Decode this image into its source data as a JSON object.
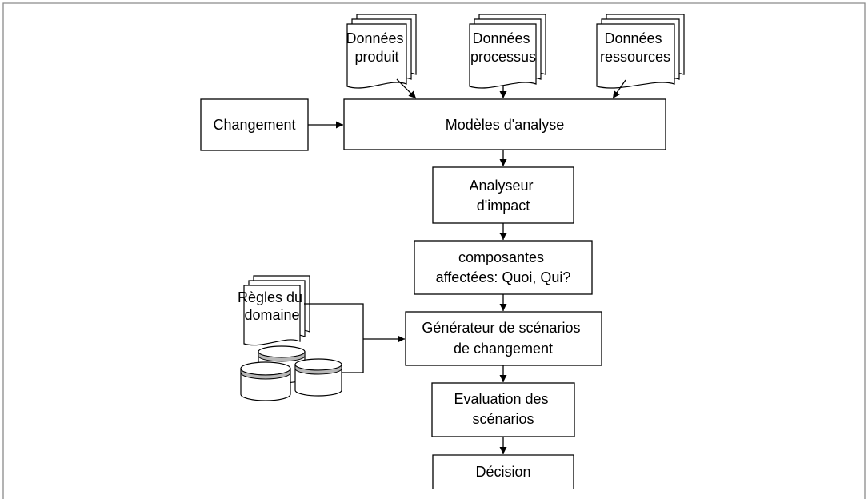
{
  "nodes": {
    "donnees_produit": [
      "Données",
      "produit"
    ],
    "donnees_processus": [
      "Données",
      "processus"
    ],
    "donnees_ressources": [
      "Données",
      "ressources"
    ],
    "changement": [
      "Changement"
    ],
    "modeles_analyse": [
      "Modèles d'analyse"
    ],
    "analyseur_impact": [
      "Analyseur",
      "d'impact"
    ],
    "composantes_affectees": [
      "composantes",
      "affectées: Quoi, Qui?"
    ],
    "regles_domaine": [
      "Règles du",
      "domaine"
    ],
    "generateur_scenarios": [
      "Générateur de scénarios",
      "de changement"
    ],
    "evaluation_scenarios": [
      "Evaluation des",
      "scénarios"
    ],
    "decision": [
      "Décision"
    ]
  },
  "edges": [
    {
      "from": "donnees_produit",
      "to": "modeles_analyse"
    },
    {
      "from": "donnees_processus",
      "to": "modeles_analyse"
    },
    {
      "from": "donnees_ressources",
      "to": "modeles_analyse"
    },
    {
      "from": "changement",
      "to": "modeles_analyse"
    },
    {
      "from": "modeles_analyse",
      "to": "analyseur_impact"
    },
    {
      "from": "analyseur_impact",
      "to": "composantes_affectees"
    },
    {
      "from": "composantes_affectees",
      "to": "generateur_scenarios"
    },
    {
      "from": "regles_domaine",
      "to": "generateur_scenarios"
    },
    {
      "from": "databases",
      "to": "generateur_scenarios"
    },
    {
      "from": "generateur_scenarios",
      "to": "evaluation_scenarios"
    },
    {
      "from": "evaluation_scenarios",
      "to": "decision"
    }
  ],
  "icons": {
    "document_stack": "document-stack-icon",
    "database": "database-icon"
  }
}
